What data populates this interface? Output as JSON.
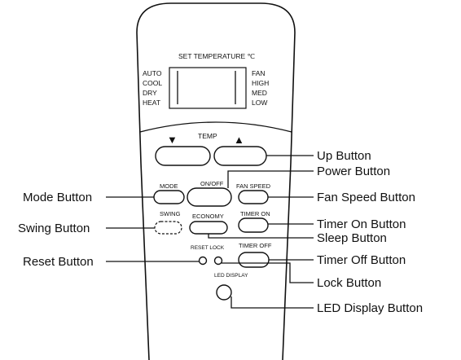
{
  "remote": {
    "header_label": "SET TEMPERATURE ℃",
    "display": {
      "modes_left": [
        "AUTO",
        "COOL",
        "DRY",
        "HEAT"
      ],
      "modes_right": [
        "FAN",
        "HIGH",
        "MED",
        "LOW"
      ]
    },
    "buttons": {
      "temp_down_symbol": "▼",
      "temp_label": "TEMP",
      "temp_up_symbol": "▲",
      "mode": "MODE",
      "onoff": "ON/OFF",
      "fan_speed": "FAN SPEED",
      "swing": "SWING",
      "economy": "ECONOMY",
      "timer_on": "TIMER ON",
      "reset_lock": "RESET LOCK",
      "timer_off": "TIMER OFF",
      "led_display": "LED DISPLAY"
    }
  },
  "callouts": {
    "up_button": "Up Button",
    "power_button": "Power Button",
    "mode_button": "Mode Button",
    "fan_speed_button": "Fan Speed Button",
    "swing_button": "Swing Button",
    "timer_on_button": "Timer On Button",
    "sleep_button": "Sleep Button",
    "reset_button": "Reset Button",
    "timer_off_button": "Timer Off Button",
    "lock_button": "Lock Button",
    "led_display_button": "LED Display Button"
  }
}
